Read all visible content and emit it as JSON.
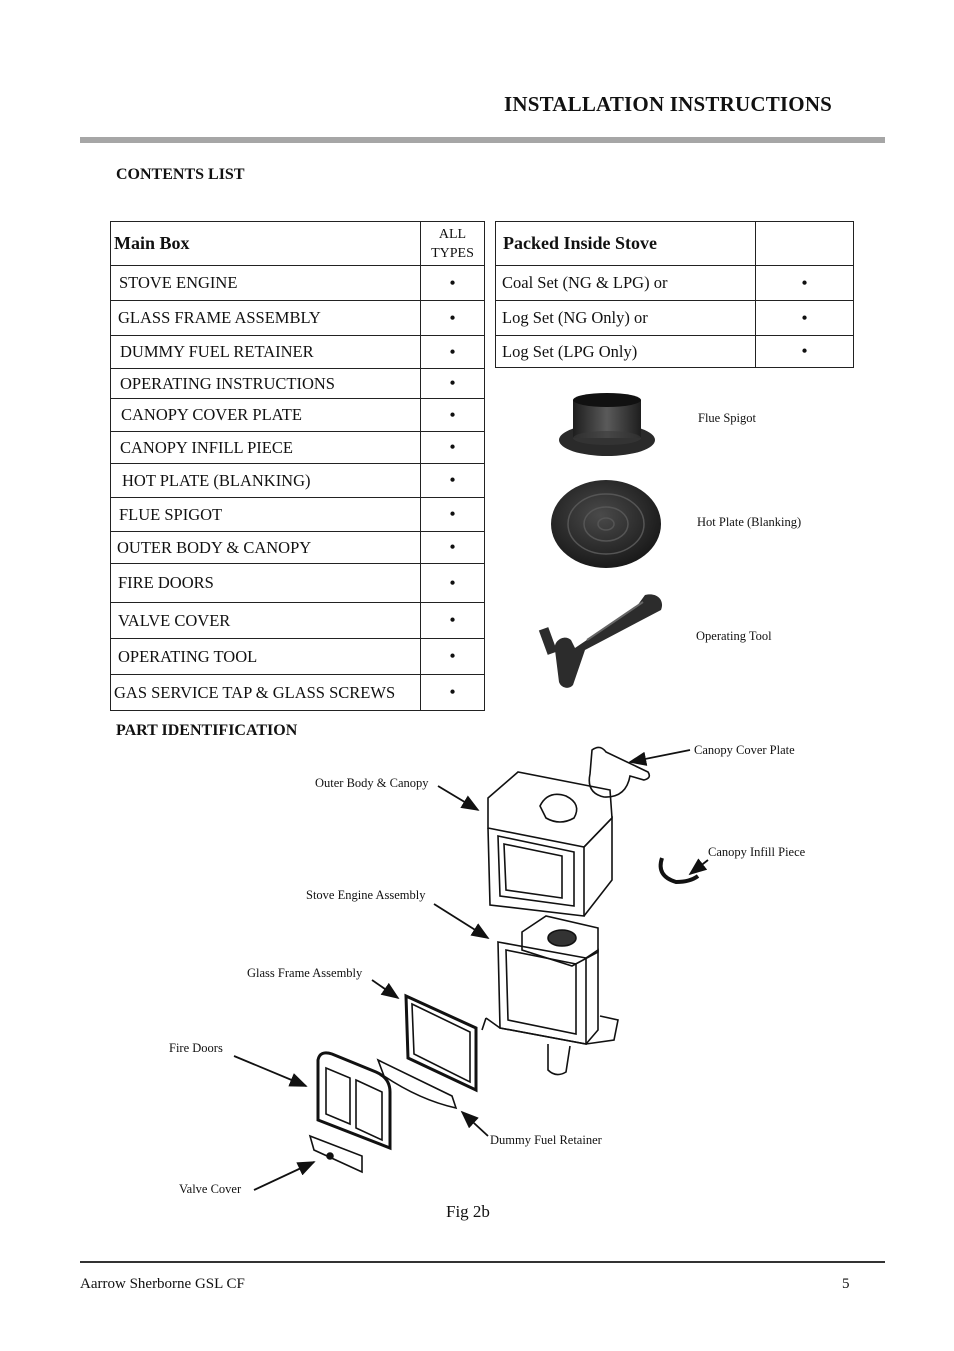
{
  "header": {
    "title": "INSTALLATION INSTRUCTIONS"
  },
  "contents": {
    "title": "CONTENTS LIST",
    "main_box": {
      "heading": "Main Box",
      "column_heading": "ALL TYPES",
      "items": [
        {
          "name": "STOVE ENGINE",
          "mark": "•"
        },
        {
          "name": "GLASS FRAME ASSEMBLY",
          "mark": "•"
        },
        {
          "name": "DUMMY FUEL RETAINER",
          "mark": "•"
        },
        {
          "name": "OPERATING INSTRUCTIONS",
          "mark": "•"
        },
        {
          "name": "CANOPY COVER PLATE",
          "mark": "•"
        },
        {
          "name": "CANOPY INFILL PIECE",
          "mark": "•"
        },
        {
          "name": "HOT PLATE (BLANKING)",
          "mark": "•"
        },
        {
          "name": "FLUE SPIGOT",
          "mark": "•"
        },
        {
          "name": "OUTER BODY & CANOPY",
          "mark": "•"
        },
        {
          "name": "FIRE DOORS",
          "mark": "•"
        },
        {
          "name": "VALVE COVER",
          "mark": "•"
        },
        {
          "name": "OPERATING TOOL",
          "mark": "•"
        },
        {
          "name": "GAS SERVICE TAP & GLASS SCREWS",
          "mark": "•"
        }
      ]
    },
    "packed_inside": {
      "heading": "Packed Inside Stove",
      "items": [
        {
          "name": "Coal Set (NG & LPG) or",
          "mark": "•"
        },
        {
          "name": "Log Set (NG Only) or",
          "mark": "•"
        },
        {
          "name": "Log Set (LPG Only)",
          "mark": "•"
        }
      ]
    },
    "photos": {
      "flue_spigot": "Flue Spigot",
      "hot_plate": "Hot Plate (Blanking)",
      "operating_tool": "Operating Tool"
    }
  },
  "part_identification": {
    "title": "PART IDENTIFICATION",
    "labels": {
      "canopy_cover_plate": "Canopy Cover Plate",
      "outer_body": "Outer Body & Canopy",
      "canopy_infill": "Canopy Infill Piece",
      "stove_engine": "Stove Engine Assembly",
      "glass_frame": "Glass Frame Assembly",
      "fire_doors": "Fire Doors",
      "dummy_fuel": "Dummy Fuel Retainer",
      "valve_cover": "Valve Cover"
    },
    "caption": "Fig 2b"
  },
  "footer": {
    "product": "Aarrow Sherborne GSL CF",
    "page": "5"
  }
}
